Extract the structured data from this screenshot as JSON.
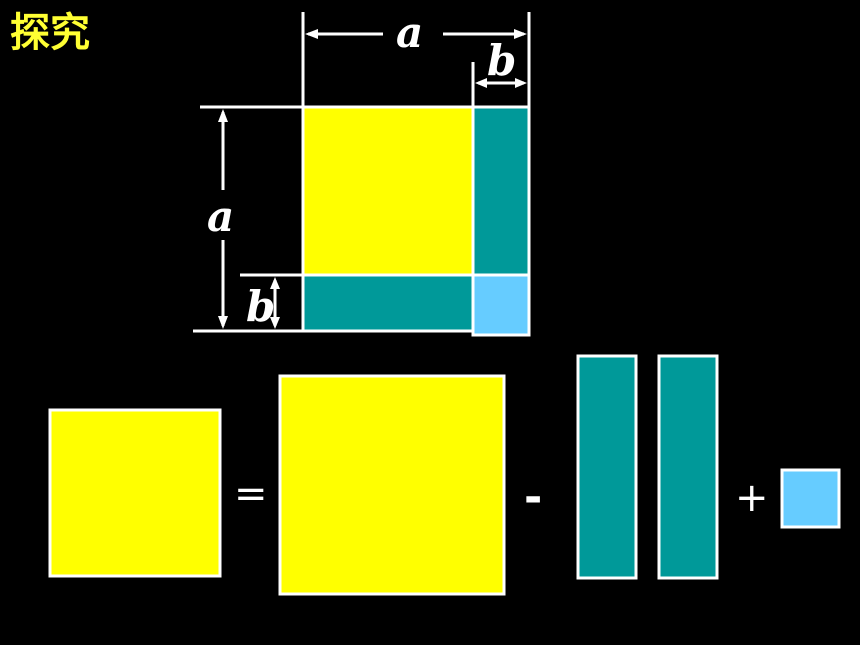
{
  "title": "探究",
  "labels": {
    "a_top": "a",
    "b_top": "b",
    "a_left": "a",
    "b_left": "b"
  },
  "equation": {
    "equals": "=",
    "minus": "-",
    "plus": "+"
  },
  "colors": {
    "yellow": "#ffff00",
    "teal": "#009999",
    "light_blue": "#66ccff",
    "outline": "#ffffff",
    "title": "#ffff33",
    "background": "#000000"
  }
}
